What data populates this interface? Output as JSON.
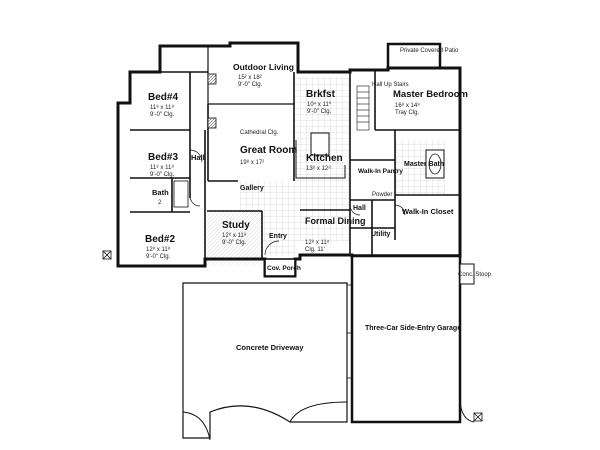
{
  "rooms": {
    "outdoor_living": {
      "name": "Outdoor Living",
      "dims": "15² x 18²",
      "note": "9'-0\" Clg."
    },
    "bedroom4": {
      "name": "Bed#4",
      "dims": "11⁸ x 11⁸",
      "note": "9'-0\" Clg."
    },
    "brkfst": {
      "name": "Brkfst",
      "dims": "10⁴ x 11⁰",
      "note": "9'-0\" Clg."
    },
    "private_patio": {
      "name": "Private Covered Patio"
    },
    "master_bedroom": {
      "name": "Master Bedroom",
      "dims": "16⁸ x 14⁸",
      "note": "Tray Clg."
    },
    "great_room": {
      "name": "Great Room",
      "dims": "19⁸ x 17²",
      "note": "Cathedral Clg."
    },
    "bedroom3": {
      "name": "Bed#3",
      "dims": "11⁸ x 11⁸",
      "note": "9'-0\" Clg."
    },
    "kitchen": {
      "name": "Kitchen",
      "dims": "13⁸ x 12⁸"
    },
    "master_bath": {
      "name": "Master Bath"
    },
    "walk_in_pantry": {
      "name": "Walk-In Pantry"
    },
    "bath2": {
      "name": "Bath",
      "note": "2"
    },
    "hall_left": {
      "name": "Hall"
    },
    "gallery": {
      "name": "Gallery"
    },
    "study": {
      "name": "Study",
      "dims": "12⁸ x 11⁸",
      "note": "9'-0\" Clg."
    },
    "formal_dining": {
      "name": "Formal Dining",
      "dims": "12⁸ x 11⁸",
      "note": "Clg. 11'"
    },
    "bedroom2": {
      "name": "Bed#2",
      "dims": "12⁸ x 11⁸",
      "note": "9'-0\" Clg."
    },
    "entry": {
      "name": "Entry"
    },
    "powder": {
      "name": "Powder"
    },
    "hall_mid": {
      "name": "Hall"
    },
    "utility": {
      "name": "Utility"
    },
    "walk_in_closet": {
      "name": "Walk-In Closet"
    },
    "hall_stairs": {
      "name": "Hall Up Stairs"
    },
    "cov_porch": {
      "name": "Cov. Porch"
    },
    "conc_stoop": {
      "name": "Conc. Stoop"
    },
    "driveway": {
      "name": "Concrete Driveway"
    },
    "garage": {
      "name": "Three-Car Side-Entry Garage"
    }
  }
}
